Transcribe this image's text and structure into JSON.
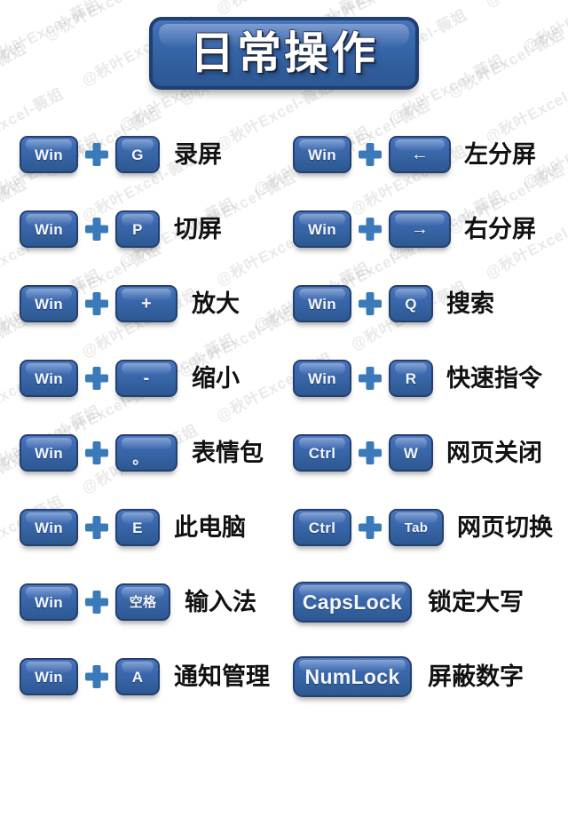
{
  "title": "日常操作",
  "watermark": {
    "text": "@秋叶Excel-薇姐",
    "repeat_per_row": 6,
    "rows": 14
  },
  "colors": {
    "key_face": "#3f6cb5",
    "key_border": "#24406f",
    "plus": "#3b7ab8",
    "title_bg": "#31609f",
    "title_border": "#203e70",
    "desc_text": "#111111",
    "background": "#ffffff"
  },
  "plus_symbol": "+",
  "columns": {
    "left": [
      {
        "keys": [
          "Win",
          "G"
        ],
        "key_styles": [
          "w-mod",
          "w-small"
        ],
        "desc": "录屏"
      },
      {
        "keys": [
          "Win",
          "P"
        ],
        "key_styles": [
          "w-mod",
          "w-small"
        ],
        "desc": "切屏"
      },
      {
        "keys": [
          "Win",
          "+"
        ],
        "key_styles": [
          "w-mod",
          "w-wide sym"
        ],
        "desc": "放大"
      },
      {
        "keys": [
          "Win",
          "-"
        ],
        "key_styles": [
          "w-mod",
          "w-wide sym"
        ],
        "desc": "缩小"
      },
      {
        "keys": [
          "Win",
          "。"
        ],
        "key_styles": [
          "w-mod",
          "w-wide dot"
        ],
        "desc": "表情包"
      },
      {
        "keys": [
          "Win",
          "E"
        ],
        "key_styles": [
          "w-mod",
          "w-small"
        ],
        "desc": "此电脑"
      },
      {
        "keys": [
          "Win",
          "空格"
        ],
        "key_styles": [
          "w-mod",
          "w-cjk"
        ],
        "desc": "输入法"
      },
      {
        "keys": [
          "Win",
          "A"
        ],
        "key_styles": [
          "w-mod",
          "w-small"
        ],
        "desc": "通知管理"
      }
    ],
    "right": [
      {
        "keys": [
          "Win",
          "←"
        ],
        "key_styles": [
          "w-mod",
          "w-wide sym"
        ],
        "desc": "左分屏"
      },
      {
        "keys": [
          "Win",
          "→"
        ],
        "key_styles": [
          "w-mod",
          "w-wide sym"
        ],
        "desc": "右分屏"
      },
      {
        "keys": [
          "Win",
          "Q"
        ],
        "key_styles": [
          "w-mod",
          "w-small"
        ],
        "desc": "搜索"
      },
      {
        "keys": [
          "Win",
          "R"
        ],
        "key_styles": [
          "w-mod",
          "w-small"
        ],
        "desc": "快速指令"
      },
      {
        "keys": [
          "Ctrl",
          "W"
        ],
        "key_styles": [
          "w-mod",
          "w-small"
        ],
        "desc": "网页关闭"
      },
      {
        "keys": [
          "Ctrl",
          "Tab"
        ],
        "key_styles": [
          "w-mod",
          "w-cjk"
        ],
        "desc": "网页切换"
      },
      {
        "keys": [
          "CapsLock"
        ],
        "key_styles": [
          "w-lock"
        ],
        "desc": "锁定大写"
      },
      {
        "keys": [
          "NumLock"
        ],
        "key_styles": [
          "w-lock"
        ],
        "desc": "屏蔽数字"
      }
    ]
  }
}
